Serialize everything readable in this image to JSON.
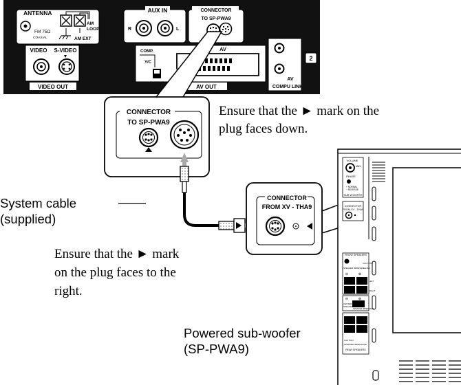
{
  "receiver_panel": {
    "antenna": {
      "title": "ANTENNA",
      "fm": "FM 75Ω",
      "coaxial": "COAXIAL",
      "am_loop": [
        "AM",
        "LOOP"
      ],
      "am_ext": "AM EXT"
    },
    "aux_in": {
      "title": "AUX IN",
      "r": "R",
      "l": "L"
    },
    "connector": {
      "lines": [
        "CONNECTOR",
        "TO SP-PWA9"
      ]
    },
    "video_out": {
      "video": "VIDEO",
      "s_video": "S-VIDEO",
      "label": "VIDEO OUT"
    },
    "av_out": {
      "comp": "COMP.",
      "yc": "Y/C",
      "av": "AV",
      "label": "AV OUT"
    },
    "av_compu_link": {
      "lines": [
        "AV",
        "COMPU LINK"
      ],
      "badge": "2"
    }
  },
  "zoom_connector": {
    "lines": [
      "CONNECTOR",
      "TO SP-PWA9"
    ]
  },
  "zoom_subwoofer_connector": {
    "lines": [
      "CONNECTOR",
      "FROM XV - THA9"
    ]
  },
  "notes": {
    "top": [
      "Ensure that the ► mark on the",
      "plug faces down."
    ],
    "bottom": [
      "Ensure that the ► mark",
      "on the plug faces to the",
      "right."
    ]
  },
  "labels": {
    "system_cable": [
      "System cable",
      "(supplied)"
    ],
    "subwoofer": [
      "Powered sub-woofer",
      "(SP-PWA9)"
    ]
  },
  "subwoofer_panel": {
    "volume": "VOLUME",
    "max": "MAX",
    "phase": "PHASE",
    "phase_options": [
      "+ NORMAL",
      "− REVERSE"
    ],
    "sub_woofer": "SUB WOOFER",
    "connector": [
      "CONNECTOR",
      "FROM XV - THA9"
    ],
    "front_speakers": "FRONT SPEAKERS",
    "speaker_impedance": "SPEAKER IMPEDANCE",
    "caution": "CAUTION :",
    "impedance_value": "4 ~ 16Ω",
    "left": "LEFT",
    "right": "RIGHT",
    "center": "CENTER",
    "speaker": "SPEAKER",
    "rear_speakers": "REAR SPEAKERS",
    "minus": "⊖",
    "plus": "⊕"
  }
}
